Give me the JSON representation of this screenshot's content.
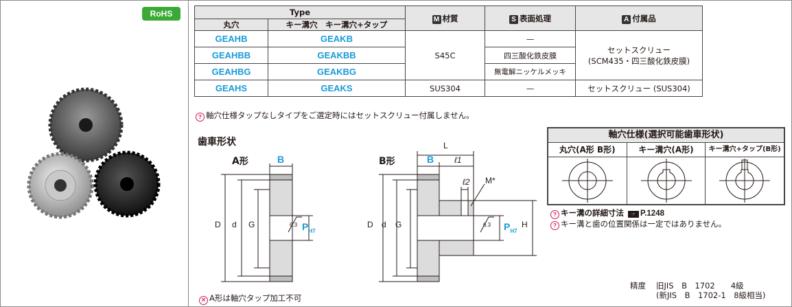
{
  "badge": "RoHS",
  "table": {
    "type_header": "Type",
    "sub_headers": [
      "丸穴",
      "キー溝穴　キー溝穴+タップ"
    ],
    "material_mark": "M",
    "material_header": "材質",
    "surface_mark": "S",
    "surface_header": "表面処理",
    "accessory_mark": "A",
    "accessory_header": "付属品",
    "rows": [
      {
        "round": "GEAHB",
        "key": "GEAKB",
        "surface": "—"
      },
      {
        "round": "GEAHBB",
        "key": "GEAKBB",
        "surface": "四三酸化鉄皮膜"
      },
      {
        "round": "GEAHBG",
        "key": "GEAKBG",
        "surface": "無電解ニッケルメッキ"
      },
      {
        "round": "GEAHS",
        "key": "GEAKS",
        "surface": "—"
      }
    ],
    "material_s45c": "S45C",
    "material_sus": "SUS304",
    "accessory_1_line1": "セットスクリュー",
    "accessory_1_line2": "(SCM435・四三酸化鉄皮膜)",
    "accessory_2": "セットスクリュー (SUS304)"
  },
  "note_screw": "軸穴仕様タップなしタイプをご選定時にはセットスクリュー付属しません。",
  "gear_shape_heading": "歯車形状",
  "shape_a": {
    "letter": "A",
    "suffix": "形"
  },
  "shape_b": {
    "letter": "B",
    "suffix": "形"
  },
  "dims": {
    "B": "B",
    "L": "L",
    "l1": "ℓ1",
    "l2": "ℓ2",
    "M": "M*",
    "D": "D",
    "d": "d",
    "G": "G",
    "H": "H",
    "P": "P",
    "P_sub": "H7",
    "rough": "6.3"
  },
  "axial": {
    "title": "軸穴仕様(選択可能歯車形状)",
    "cols": [
      "丸穴(A形 B形)",
      "キー溝穴(A形)",
      "キー溝穴+タップ(B形)"
    ]
  },
  "note_keyway": "キー溝の詳細寸法",
  "note_keyway_ref": "P.1248",
  "note_position": "キー溝と歯の位置関係は一定ではありません。",
  "note_a_shape": "A形は軸穴タップ加工不可",
  "accuracy": {
    "label": "精度",
    "line1": "旧JIS　B　1702　　4級",
    "line2": "(新JIS　B　1702-1　8級相当)"
  },
  "colors": {
    "accent_blue": "#1a9ad6",
    "rohs_green": "#3aa935",
    "note_pink": "#d1145a"
  }
}
